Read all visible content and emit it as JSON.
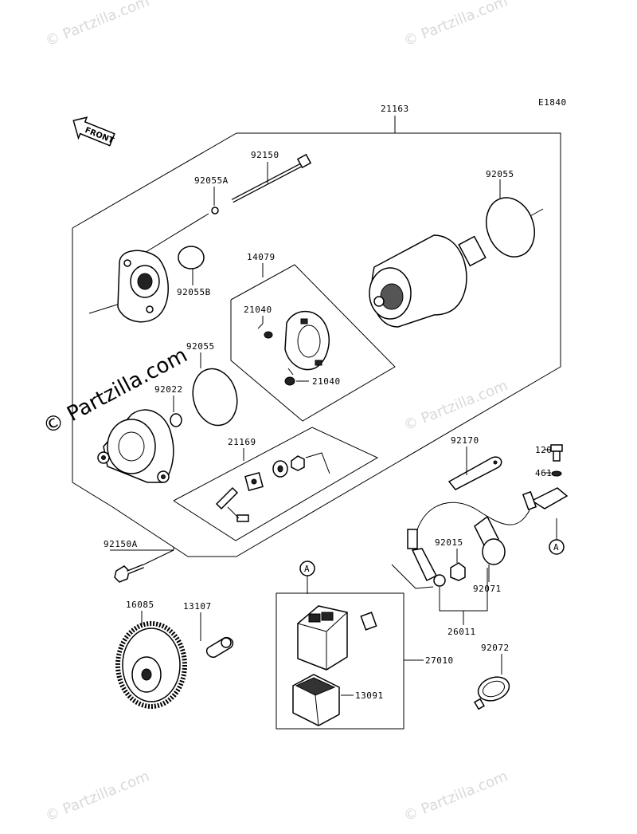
{
  "diagram": {
    "ref_code": "E1840",
    "direction_label": "FRONT",
    "callouts": {
      "p21163": "21163",
      "p92150": "92150",
      "p92055A": "92055A",
      "p92055_top": "92055",
      "p92055B": "92055B",
      "p14079": "14079",
      "p21040_a": "21040",
      "p21040_b": "21040",
      "p92055_mid": "92055",
      "p92022": "92022",
      "p21169": "21169",
      "p92170": "92170",
      "p120": "120",
      "p461": "461",
      "p92150A": "92150A",
      "p92015": "92015",
      "p92071": "92071",
      "p26011": "26011",
      "p16085": "16085",
      "p13107": "13107",
      "p27010": "27010",
      "p13091": "13091",
      "p92072": "92072"
    },
    "connectors": {
      "a_lower": "A",
      "a_upper": "A"
    }
  },
  "watermarks": {
    "small": "© Partzilla.com",
    "large": "© Partzilla.com"
  }
}
